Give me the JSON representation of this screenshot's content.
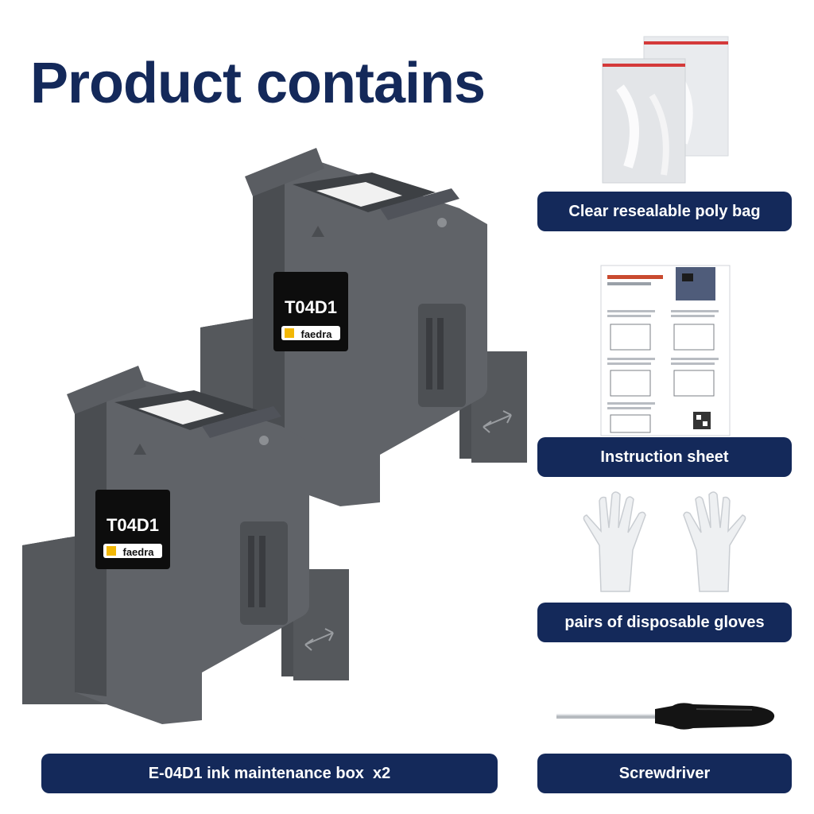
{
  "headline": "Product contains",
  "main_item": {
    "label": "E-04D1 ink maintenance box  x2",
    "box_model": "T04D1",
    "box_brand": "faedra"
  },
  "accessories": [
    {
      "label": "Clear resealable poly bag"
    },
    {
      "label": "Instruction sheet"
    },
    {
      "label": "pairs of disposable gloves"
    },
    {
      "label": "Screwdriver"
    }
  ],
  "colors": {
    "navy": "#14295a",
    "box_gray": "#5e6166",
    "box_dark": "#45484c"
  }
}
